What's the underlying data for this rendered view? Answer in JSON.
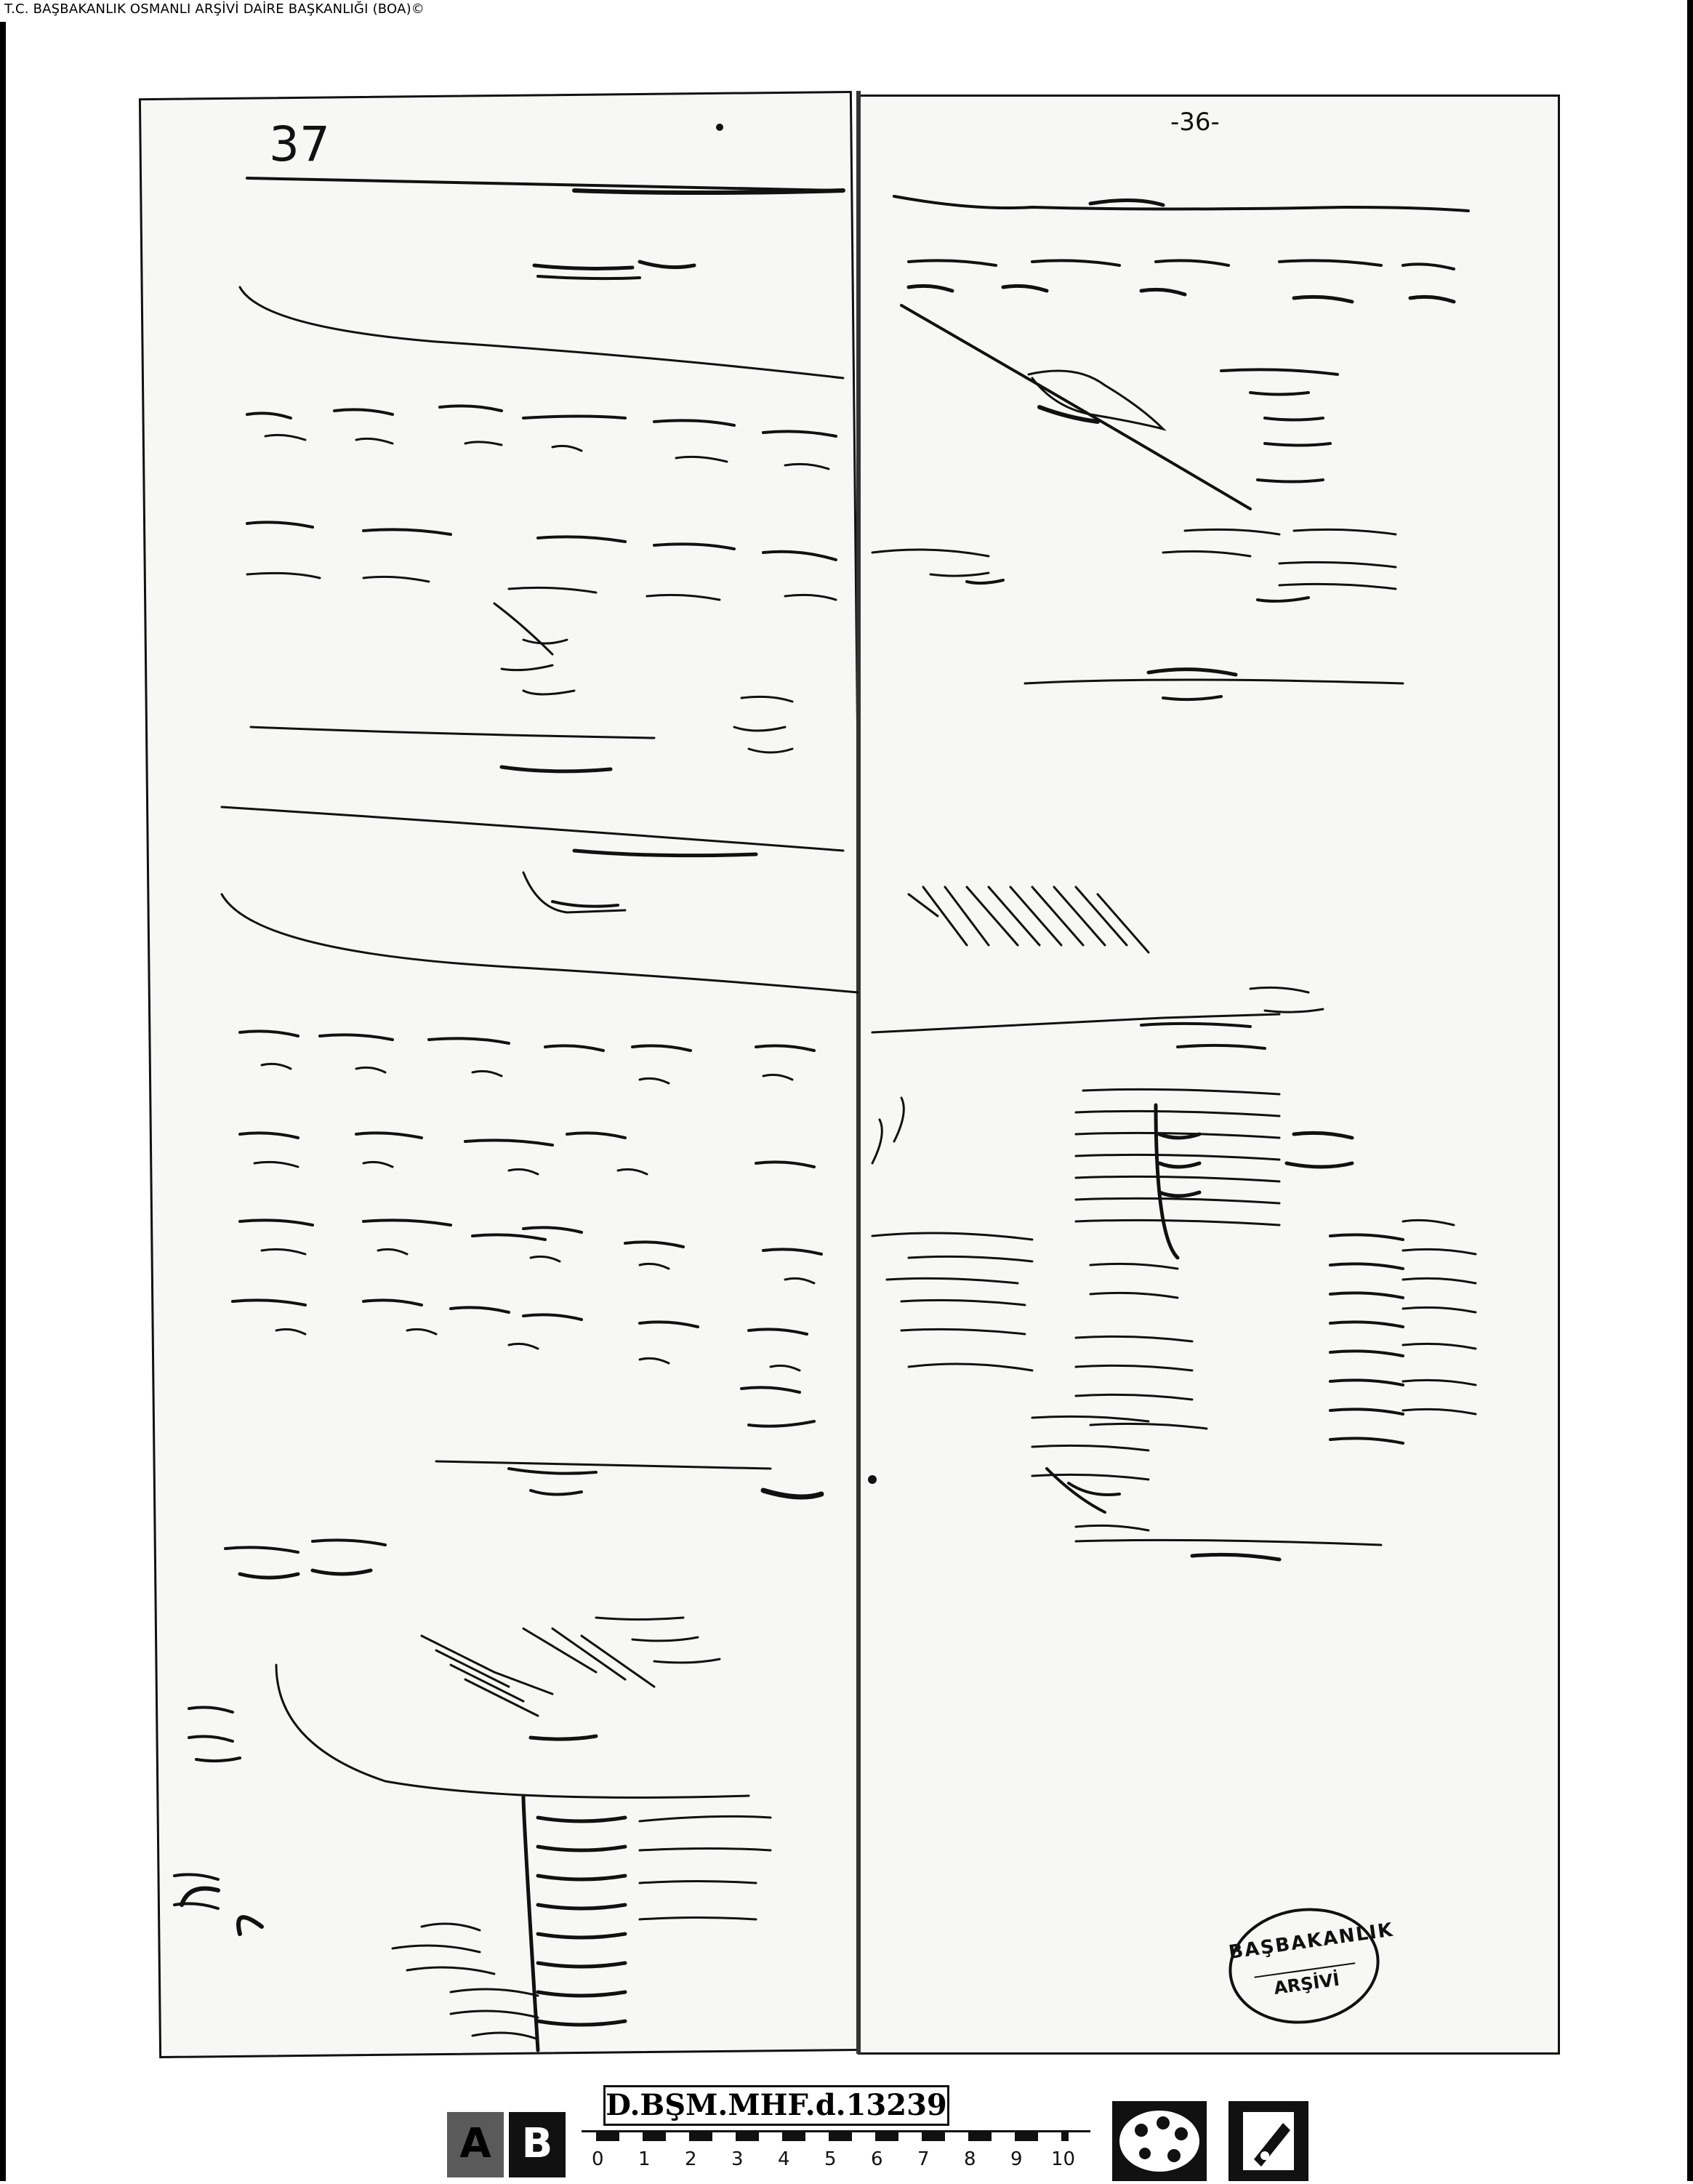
{
  "header": {
    "archive_line": "T.C. BAŞBAKANLIK OSMANLI ARŞİVİ DAİRE BAŞKANLIĞI (BOA)©"
  },
  "pages": {
    "left_number": "37",
    "right_number": "-36-"
  },
  "stamp": {
    "top_text": "BAŞBAKANLIK",
    "bottom_text": "ARŞİVİ"
  },
  "footer": {
    "reference_code": "D.BŞM.MHF.d.13239",
    "tiles": [
      "A",
      "B"
    ],
    "ruler_ticks": [
      "0",
      "1",
      "2",
      "3",
      "4",
      "5",
      "6",
      "7",
      "8",
      "9",
      "10"
    ]
  }
}
